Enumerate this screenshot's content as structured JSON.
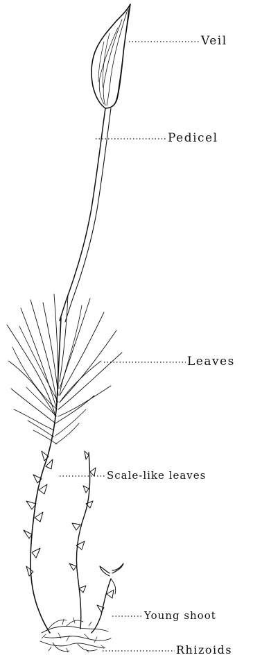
{
  "labels": {
    "veil": "Veil",
    "pedicel": "Pedicel",
    "leaves": "Leaves",
    "scale_like_leaves": "Scale-like leaves",
    "young_shoot": "Young shoot",
    "rhizoids": "Rhizoids"
  },
  "colors": {
    "ink": "#111111",
    "paper": "#ffffff"
  }
}
